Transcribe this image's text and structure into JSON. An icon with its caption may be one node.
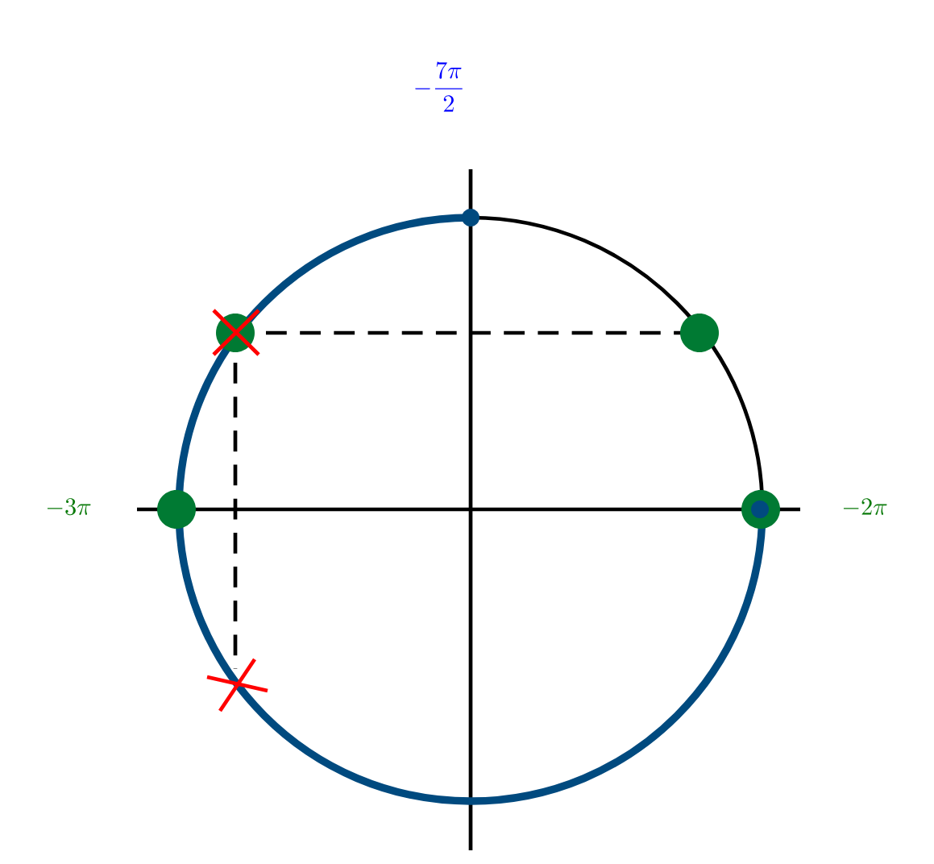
{
  "diagram": {
    "labels": [
      "-\\frac{7\\pi}{2}",
      "-3\\pi",
      "-2\\pi"
    ]
  }
}
